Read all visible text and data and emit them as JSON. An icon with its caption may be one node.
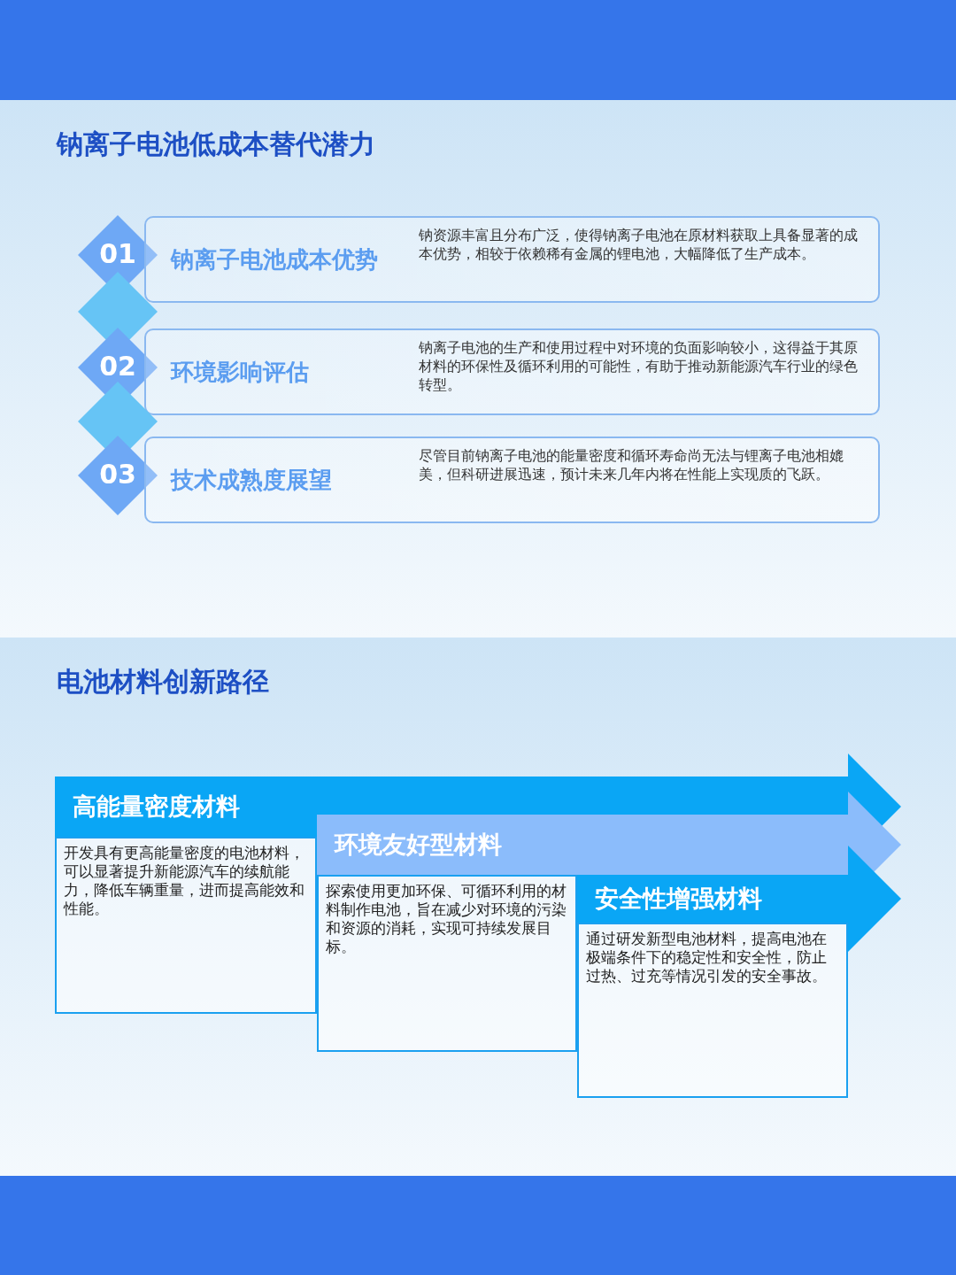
{
  "diagram": {
    "title": "钠离子电池低成本替代潜力",
    "nodes": [
      {
        "text": [
          "01"
        ]
      },
      {
        "text": [
          "钠离子电池成本优势",
          "钠资源丰富且分布广泛，使得钠离子电池在原材料获取上具备显著的成本优势，相较于依赖稀有金属的锂电池，大幅降低了生产成本。"
        ]
      },
      {
        "text": [],
        "shape": "diamond"
      },
      {
        "text": [
          "02"
        ]
      },
      {
        "text": [
          "环境影响评估",
          "钠离子电池的生产和使用过程中对环境的负面影响较小，这得益于其原材料的环保性及循环利用的可能性，有助于推动新能源汽车行业的绿色转型。"
        ]
      },
      {
        "text": [],
        "shape": "diamond"
      },
      {
        "text": [
          "03"
        ]
      },
      {
        "text": [
          "技术成熟度展望",
          "尽管目前钠离子电池的能量密度和循环寿命尚无法与锂离子电池相媲美，但科研进展迅速，预计未来几年内将在性能上实现质的飞跃。"
        ]
      },
      {
        "text": [
          "高能量密度材料"
        ]
      },
      {
        "text": [
          "开发具有更高能量密度的电池材料，可以显著提升新能源汽车的续航能力，降低车辆重量，进而提高能效和性能。"
        ]
      },
      {
        "text": [
          "环境友好型材料"
        ]
      },
      {
        "text": [
          "探索使用更加环保、可循环利用的材料制作电池，旨在减少对环境的污染和资源的消耗，实现可持续发展目标。"
        ]
      },
      {
        "text": [
          "安全性增强材料"
        ]
      },
      {
        "text": [
          "通过研发新型电池材料，提高电池在极端条件下的稳定性和安全性，防止过热、过充等情况引发的安全事故。"
        ]
      }
    ],
    "labels": [
      "电池材料创新路径"
    ]
  }
}
